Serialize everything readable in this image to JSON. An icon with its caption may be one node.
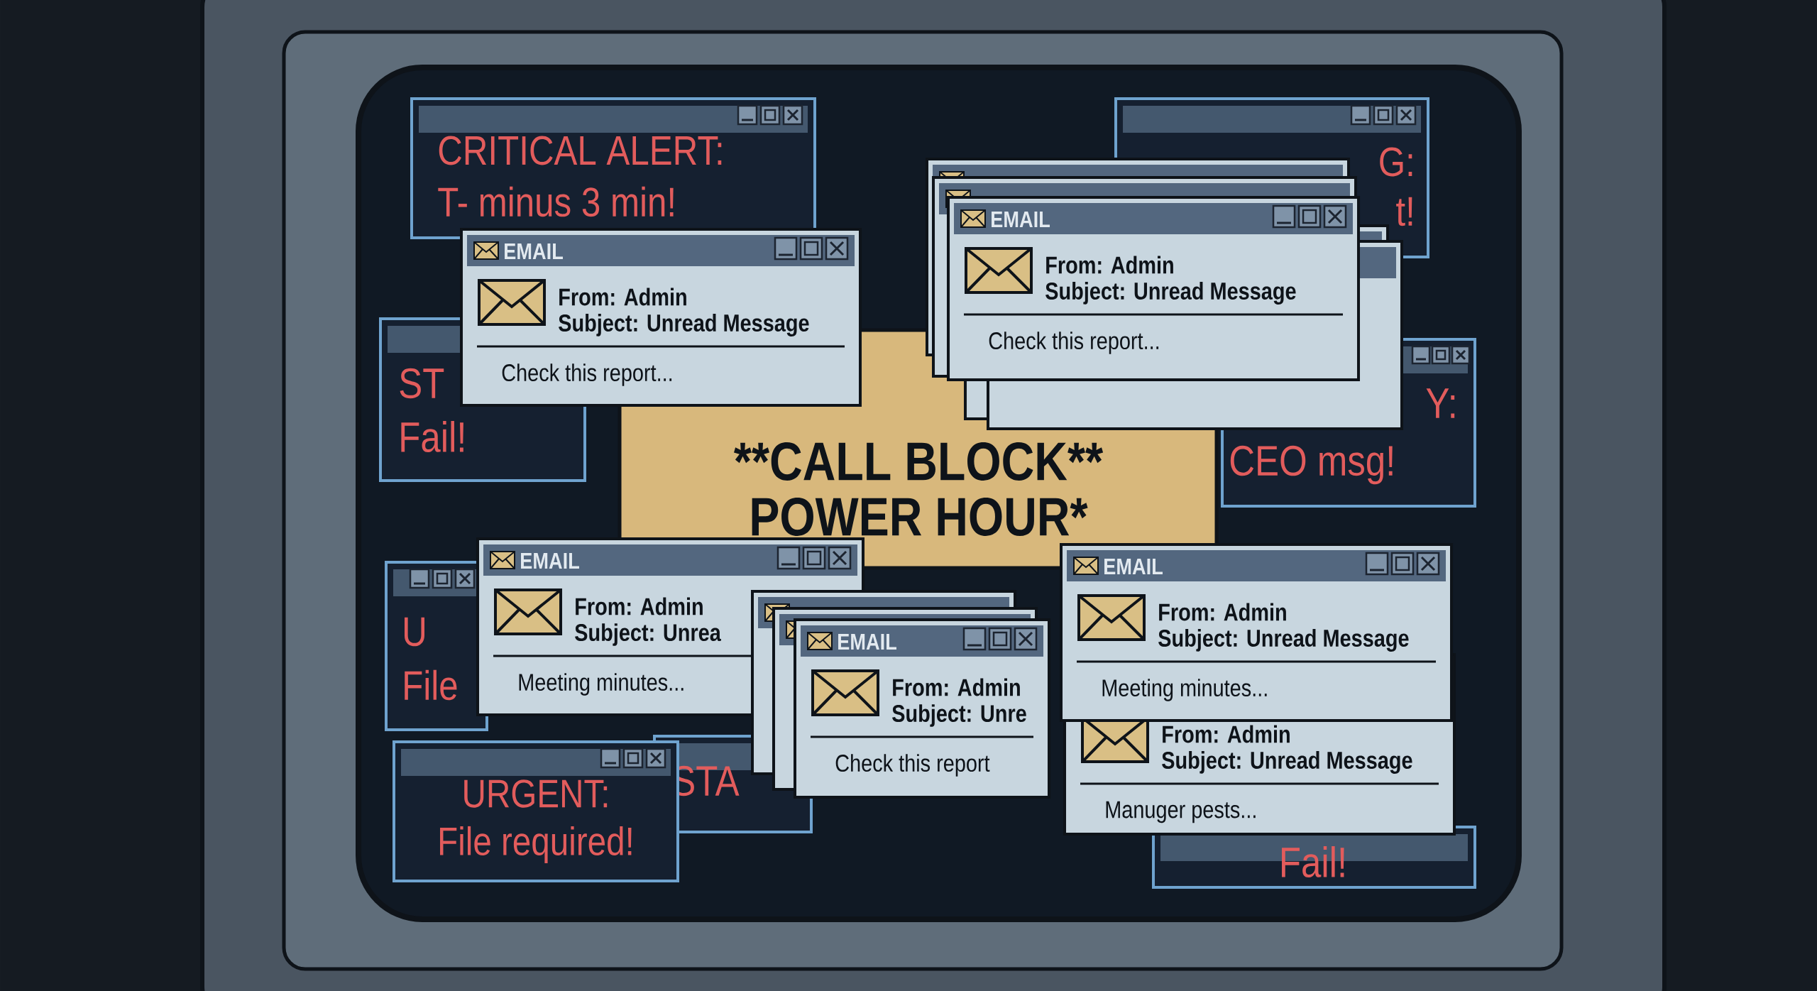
{
  "diagram": {
    "nodes": [
      {
        "text": [
          "CRITICAL ALERT:",
          "T- minus 3 min!"
        ]
      },
      {
        "text": [
          "G:",
          "t!"
        ]
      },
      {
        "text": [],
        "shape": "box"
      },
      {
        "text": [],
        "shape": "box"
      },
      {
        "text": [
          "EMAIL",
          "From: Admin",
          "Subject: Unread Message",
          "Check this report..."
        ]
      },
      {
        "text": [
          "EMAIL",
          "From: Admin",
          "Subject: Unread Message",
          "Check this report..."
        ]
      },
      {
        "text": [],
        "shape": "box"
      },
      {
        "text": [],
        "shape": "box"
      },
      {
        "text": [
          "ST",
          "Fail!"
        ]
      },
      {
        "text": [
          "**CALL",
          "BLOCK**",
          "POWER HOUR*"
        ]
      },
      {
        "text": [
          "Y:",
          "CEO msg!"
        ]
      },
      {
        "text": [
          "EMAIL",
          "From: Admin",
          "Subject: Unrea",
          "Meeting minutes..."
        ]
      },
      {
        "text": [
          "EMAIL",
          "From: Admin",
          "Subject: Unread Message",
          "Meeting minutes..."
        ]
      },
      {
        "text": [
          "U",
          "File"
        ]
      },
      {
        "text": [],
        "shape": "box"
      },
      {
        "text": [],
        "shape": "box"
      },
      {
        "text": [
          "EMAIL",
          "From: Admin",
          "Subject: Unre",
          "Check this report"
        ]
      },
      {
        "text": [
          "From: Admin",
          "Subject: Unread Message",
          "Manuger pests..."
        ]
      },
      {
        "text": [
          "STA"
        ]
      },
      {
        "text": [
          "URGENT:",
          "File required!"
        ]
      },
      {
        "text": [
          "Fail!"
        ]
      }
    ]
  }
}
